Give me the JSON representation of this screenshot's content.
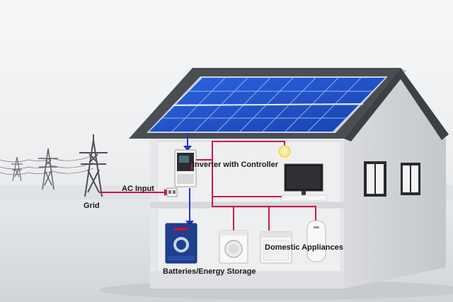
{
  "labels": {
    "inverter": "Inverter with Controller",
    "ac_input": "AC Input",
    "grid": "Grid",
    "domestic": "Domestic Appliances",
    "batteries": "Batteries/Energy Storage"
  },
  "colors": {
    "dc_wire": "#2233cc",
    "ac_wire": "#d0144a",
    "roof": "#4a4d52",
    "solar_panel": "#1f4fc8",
    "wall": "#e6e7e9"
  }
}
